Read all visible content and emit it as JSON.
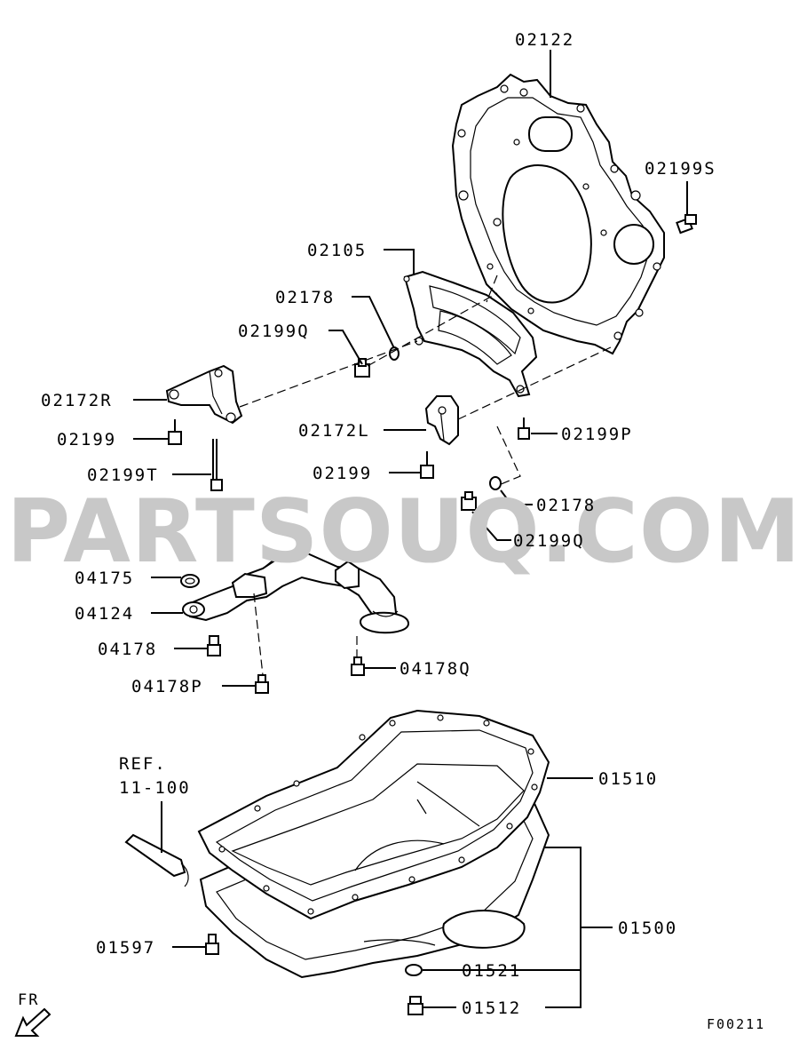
{
  "watermark": "PARTSOUQ.COM",
  "diagram_code": "F00211",
  "direction_label": "FR",
  "ref_note": {
    "line1": "REF.",
    "line2": "11-100"
  },
  "labels": {
    "p02122": "02122",
    "p02199S": "02199S",
    "p02105": "02105",
    "p02178a": "02178",
    "p02199Qa": "02199Q",
    "p02172R": "02172R",
    "p02199a": "02199",
    "p02199T": "02199T",
    "p02172L": "02172L",
    "p02199P": "02199P",
    "p02199b": "02199",
    "p02178b": "02178",
    "p02199Qb": "02199Q",
    "p04175": "04175",
    "p04124": "04124",
    "p04178": "04178",
    "p04178P": "04178P",
    "p04178Q": "04178Q",
    "p01510": "01510",
    "p01500": "01500",
    "p01597": "01597",
    "p01521": "01521",
    "p01512": "01512"
  },
  "colors": {
    "line": "#000000",
    "watermark": "#c8c8c8",
    "background": "#ffffff"
  }
}
